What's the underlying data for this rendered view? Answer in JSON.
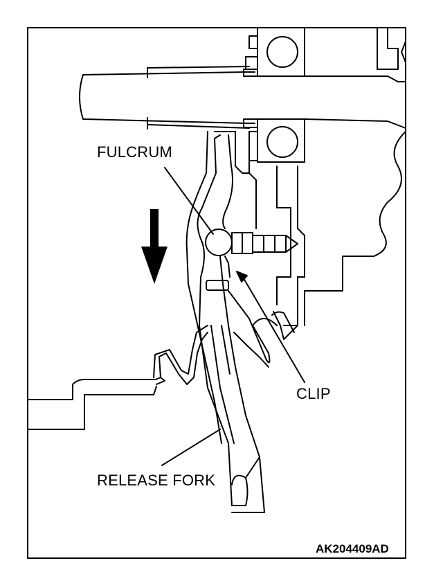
{
  "labels": {
    "fulcrum": "FULCRUM",
    "clip": "CLIP",
    "release_fork": "RELEASE FORK"
  },
  "figure_code": "AK204409AD",
  "icons": {
    "direction_arrow": "arrow-down-icon"
  },
  "colors": {
    "line": "#000000",
    "background": "#ffffff"
  }
}
